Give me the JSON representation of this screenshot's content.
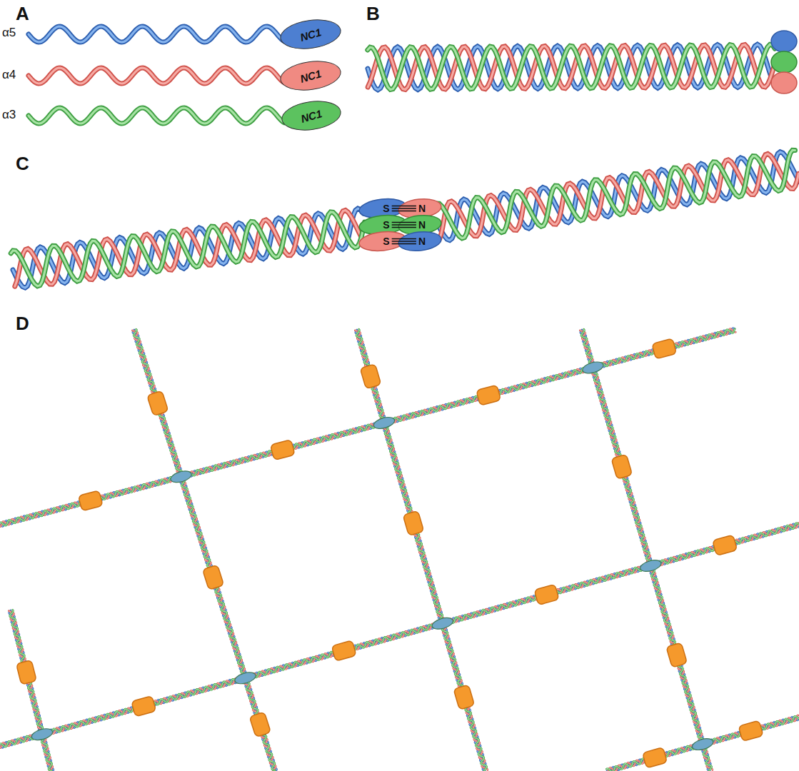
{
  "diagram": {
    "nodes": [
      {
        "text": [
          "NC1"
        ]
      },
      {
        "text": [
          "NC1"
        ]
      },
      {
        "text": [
          "NC1"
        ]
      },
      {
        "text": [
          "S"
        ]
      },
      {
        "text": [
          "N"
        ]
      },
      {
        "text": [
          "S"
        ]
      },
      {
        "text": [
          "N"
        ]
      },
      {
        "text": [
          "S"
        ]
      },
      {
        "text": [
          "N"
        ]
      }
    ],
    "edges": [
      {
        "from": 3,
        "to": 4,
        "arrow": "none"
      },
      {
        "from": 5,
        "to": 6,
        "arrow": "none"
      },
      {
        "from": 7,
        "to": 8,
        "arrow": "none"
      }
    ],
    "labels": [
      "A",
      "α5",
      "α4",
      "α3",
      "B",
      "C",
      "D"
    ]
  }
}
